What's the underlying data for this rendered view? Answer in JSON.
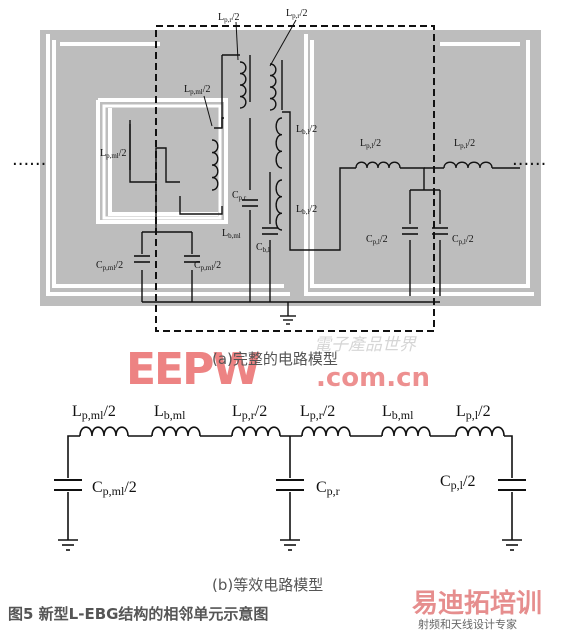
{
  "colors": {
    "board_gray": "#bdbdbd",
    "line": "#111111",
    "watermark_red": "#e85a5a",
    "watermark_gray": "#c0c0c0",
    "caption_gray": "#555555"
  },
  "top_diagram": {
    "caption": "(a)完整的电路模型",
    "continuation_left": "······",
    "continuation_right": "······",
    "labels": {
      "L_pr_a": "L",
      "L_pr_a_sub": "p,r",
      "L_pr_a_tail": "/2",
      "L_pr_b": "L",
      "L_pr_b_sub": "p,r",
      "L_pr_b_tail": "/2",
      "L_pml_top": "L",
      "L_pml_top_sub": "p,ml",
      "L_pml_top_tail": "/2",
      "L_pml_left": "L",
      "L_pml_left_sub": "p,ml",
      "L_pml_left_tail": "/2",
      "L_bml": "L",
      "L_bml_sub": "b,ml",
      "L_bl_upper": "L",
      "L_bl_upper_sub": "b,l",
      "L_bl_upper_tail": "/2",
      "L_bl_lower": "L",
      "L_bl_lower_sub": "b,l",
      "L_bl_lower_tail": "/2",
      "L_pl_a": "L",
      "L_pl_a_sub": "p,l",
      "L_pl_a_tail": "/2",
      "L_pl_b": "L",
      "L_pl_b_sub": "p,l",
      "L_pl_b_tail": "/2",
      "C_pr": "C",
      "C_pr_sub": "p,r",
      "C_bl": "C",
      "C_bl_sub": "b,l",
      "C_pml_a": "C",
      "C_pml_a_sub": "p,ml",
      "C_pml_a_tail": "/2",
      "C_pml_b": "C",
      "C_pml_b_sub": "p,ml",
      "C_pml_b_tail": "/2",
      "C_pl_a": "C",
      "C_pl_a_sub": "p,l",
      "C_pl_a_tail": "/2",
      "C_pl_b": "C",
      "C_pl_b_sub": "p,l",
      "C_pl_b_tail": "/2"
    }
  },
  "bottom_diagram": {
    "caption": "(b)等效电路模型",
    "inductors": [
      {
        "main": "L",
        "sub": "p,ml",
        "tail": "/2"
      },
      {
        "main": "L",
        "sub": "b,ml",
        "tail": ""
      },
      {
        "main": "L",
        "sub": "p,r",
        "tail": "/2"
      },
      {
        "main": "L",
        "sub": "p,r",
        "tail": "/2"
      },
      {
        "main": "L",
        "sub": "b,ml",
        "tail": ""
      },
      {
        "main": "L",
        "sub": "p,l",
        "tail": "/2"
      }
    ],
    "capacitors": [
      {
        "main": "C",
        "sub": "p,ml",
        "tail": "/2"
      },
      {
        "main": "C",
        "sub": "p,r",
        "tail": ""
      },
      {
        "main": "C",
        "sub": "p,l",
        "tail": "/2"
      }
    ]
  },
  "figure_caption": "图5  新型L-EBG结构的相邻单元示意图",
  "watermarks": {
    "eepw_logo": "EEPW",
    "eepw_cn_text": "電子產品世界",
    "eepw_url": ".com.cn",
    "bottom_logo": "易迪拓培训",
    "bottom_tagline": "射频和天线设计专家"
  }
}
